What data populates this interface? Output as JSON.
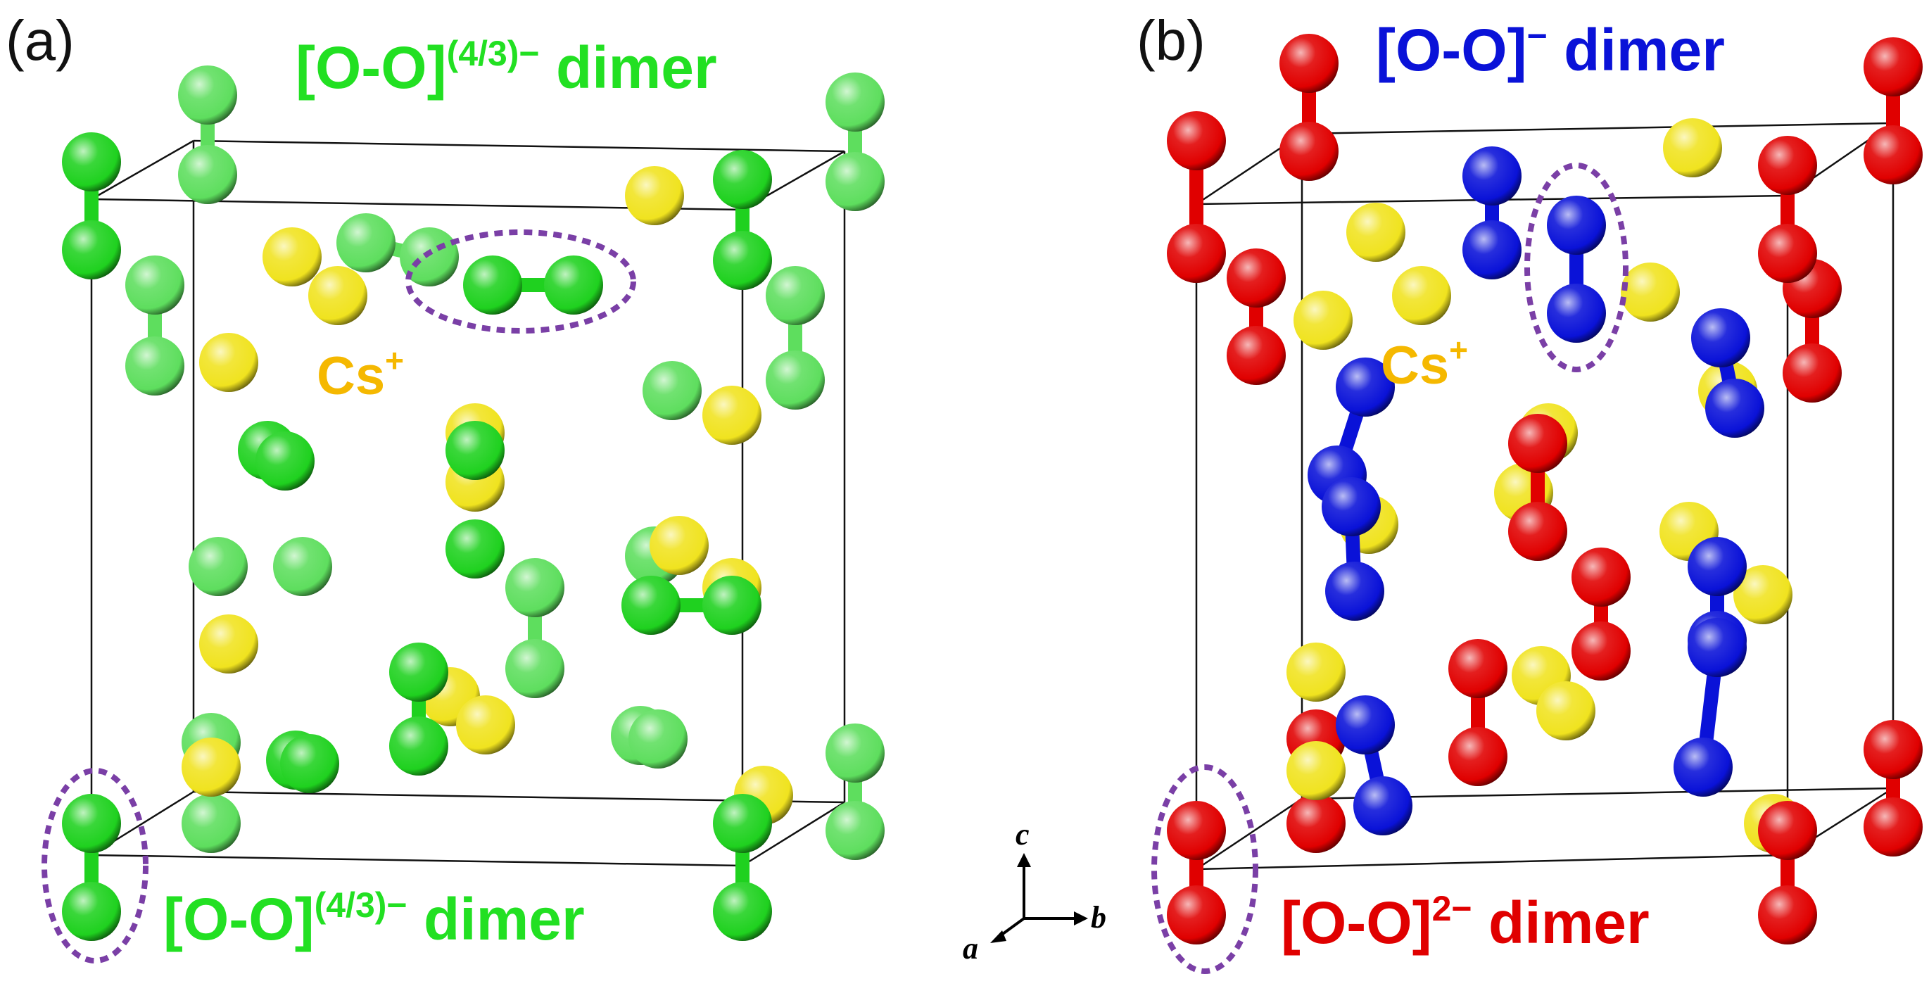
{
  "panels": [
    {
      "id": "a",
      "label": "(a)",
      "title_top": {
        "main": "[O-O]",
        "sup": "(4/3)−",
        "suffix": " dimer"
      },
      "title_bottom": {
        "main": "[O-O]",
        "sup": "(4/3)−",
        "suffix": " dimer"
      },
      "cation_label": {
        "main": "Cs",
        "sup": "+"
      }
    },
    {
      "id": "b",
      "label": "(b)",
      "title_top": {
        "main": "[O-O]",
        "sup": "−",
        "suffix": " dimer"
      },
      "title_bottom": {
        "main": "[O-O]",
        "sup": "2−",
        "suffix": " dimer"
      },
      "cation_label": {
        "main": "Cs",
        "sup": "+"
      }
    }
  ],
  "axes": {
    "c": "c",
    "a": "a",
    "b": "b"
  },
  "colors": {
    "green_dimer": "#1fd11f",
    "cs": "#f0e31f",
    "red_dimer": "#e00000",
    "blue_dimer": "#0a12d8",
    "dotted_ring": "#7a3fa6",
    "cs_label": "#f5b800",
    "green_label": "#22e022",
    "blue_label": "#0a12d8",
    "red_label": "#e00000"
  }
}
